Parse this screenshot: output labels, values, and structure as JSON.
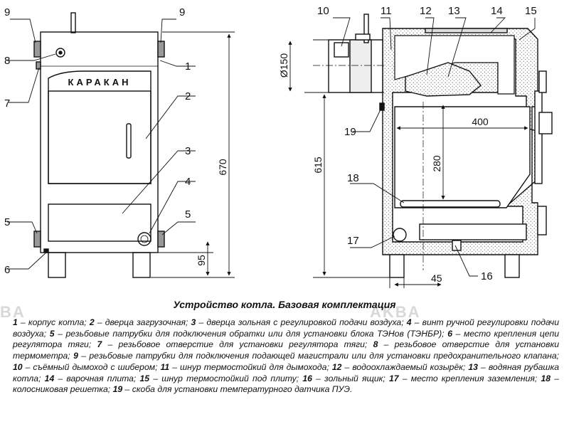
{
  "callouts": {
    "front": [
      "9",
      "9",
      "8",
      "7",
      "1",
      "2",
      "3",
      "4",
      "5",
      "5",
      "6"
    ],
    "section": [
      "10",
      "11",
      "12",
      "13",
      "14",
      "15",
      "19",
      "18",
      "17",
      "16"
    ]
  },
  "brand": "КАРАКАН",
  "dimensions": {
    "height_total": "670",
    "leg_height": "95",
    "flue_diameter": "Ø150",
    "flue_height": "615",
    "firebox_depth": "400",
    "firebox_height": "280",
    "leg_offset": "45"
  },
  "caption": {
    "title": "Устройство котла. Базовая комплектация",
    "items": [
      {
        "num": "1",
        "text": "корпус котла;"
      },
      {
        "num": "2",
        "text": "дверца загрузочная;"
      },
      {
        "num": "3",
        "text": "дверца зольная с регулировкой подачи воздуха;"
      },
      {
        "num": "4",
        "text": "винт ручной регулировки подачи воздуха;"
      },
      {
        "num": "5",
        "text": "резьбовые патрубки для подключения обратки или для установки блока ТЭНов (ТЭНБР);"
      },
      {
        "num": "6",
        "text": "место крепления цепи регулятора тяги;"
      },
      {
        "num": "7",
        "text": "резьбовое отверстие для установки регулятора тяги;"
      },
      {
        "num": "8",
        "text": "резьбовое отверстие для установки термометра;"
      },
      {
        "num": "9",
        "text": "резьбовые патрубки для подключения подающей магистрали или для установки предохранительного клапана;"
      },
      {
        "num": "10",
        "text": "съёмный дымоход с шибером;"
      },
      {
        "num": "11",
        "text": "шнур термостойкий для дымохода;"
      },
      {
        "num": "12",
        "text": "водоохлаждаемый козырёк;"
      },
      {
        "num": "13",
        "text": "водяная рубашка котла;"
      },
      {
        "num": "14",
        "text": "варочная плита;"
      },
      {
        "num": "15",
        "text": "шнур термостойкий под плиту;"
      },
      {
        "num": "16",
        "text": "зольный ящик;"
      },
      {
        "num": "17",
        "text": "место крепления заземления;"
      },
      {
        "num": "18",
        "text": "колосниковая решетка;"
      },
      {
        "num": "19",
        "text": "скоба для установки температурного датчика ПУЭ."
      }
    ]
  },
  "watermarks": [
    "AKBA",
    "BA"
  ]
}
